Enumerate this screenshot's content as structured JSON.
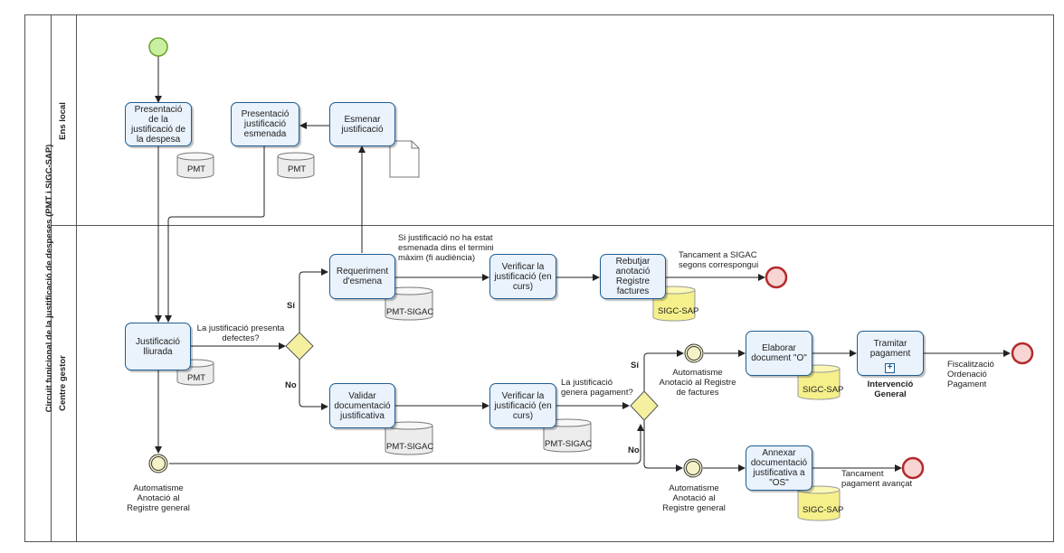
{
  "pool_title": "Circuit funicional de la justificació de despeses (PMT i SIGC-SAP)",
  "lanes": {
    "ens_local": "Ens local",
    "centre_gestor": "Centre gestor"
  },
  "tasks": {
    "presentacio": "Presentació de la justificació de la despesa",
    "presentacio_esmenada": "Presentació justificació esmenada",
    "esmenar": "Esmenar justificació",
    "justificacio_lliurada": "Justificació lliurada",
    "requeriment": "Requeriment d'esmena",
    "verificar1": "Verificar la justificació (en curs)",
    "rebutjar": "Rebutjar anotació Registre factures",
    "validar": "Validar documentació justificativa",
    "verificar2": "Verificar la justificació (en curs)",
    "elaborar": "Elaborar document \"O\"",
    "tramitar": "Tramitar pagament",
    "annexar": "Annexar documentació justificativa a \"OS\""
  },
  "data_stores": {
    "pmt1": "PMT",
    "pmt2": "PMT",
    "pmt3": "PMT",
    "pmt_sigac1": "PMT-SIGAC",
    "pmt_sigac2": "PMT-SIGAC",
    "pmt_sigac3": "PMT-SIGAC",
    "sigc_sap1": "SIGC-SAP",
    "sigc_sap2": "SIGC-SAP",
    "sigc_sap3": "SIGC-SAP"
  },
  "annotations": {
    "gw1_question": "La justificació presenta defectes?",
    "si1": "Sí",
    "no1": "No",
    "req_note": "Si justificació no ha estat esmenada dins el termini màxim (fi audiència)",
    "tancament_sigac": "Tancament a SIGAC segons correspongui",
    "gw2_question": "La justificació genera pagament?",
    "si2": "Sí",
    "no2": "No",
    "auto_factures": "Automatisme Anotació al Registre de factures",
    "auto_general_left": "Automatisme Anotació al Registre general",
    "auto_general_right": "Automatisme Anotació al Registre general",
    "intervencio": "Intervenció General",
    "fiscalitzacio": "Fiscalització Ordenació Pagament",
    "tancament_avancat": "Tancament pagament avançat"
  },
  "colors": {
    "task_border": "#1f5d92",
    "task_fill": "#eaf2fb",
    "start_event": "#8dc63f",
    "end_event": "#c1272d",
    "gateway": "#f5f0a0",
    "sigc_fill": "#f5f08a"
  }
}
